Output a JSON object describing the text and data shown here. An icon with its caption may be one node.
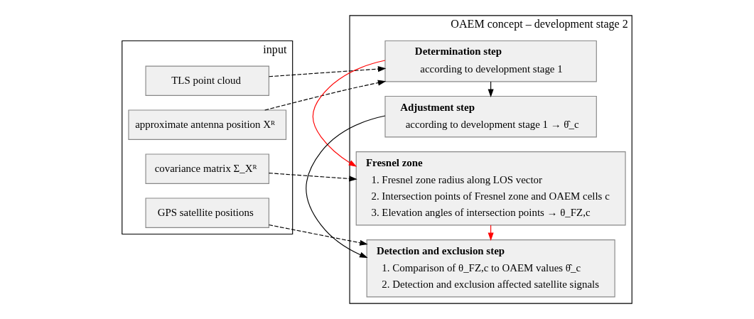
{
  "diagram": {
    "nodes": [
      {
        "text": [
          "input"
        ]
      },
      {
        "text": [
          "TLS point cloud"
        ],
        "in": 0
      },
      {
        "text": [
          "approximate antenna position Xᴿ"
        ],
        "in": 0
      },
      {
        "text": [
          "covariance matrix Σ_Xᴿ"
        ],
        "in": 0
      },
      {
        "text": [
          "GPS satellite positions"
        ],
        "in": 0
      },
      {
        "text": [
          "OAEM concept – development stage 2"
        ]
      },
      {
        "text": [
          "Determination step",
          "according to development stage 1"
        ],
        "in": 5
      },
      {
        "text": [
          "Adjustment step",
          "according to development stage 1 → θ̂_c"
        ],
        "in": 5
      },
      {
        "text": [
          "Fresnel zone",
          "1. Fresnel zone radius along LOS vector",
          "2. Intersection points of Fresnel zone and OAEM cells c",
          "3. Elevation angles of intersection points → θ_FZ,c"
        ],
        "in": 5
      },
      {
        "text": [
          "Detection and exclusion step",
          "1. Comparison of θ_FZ,c to OAEM values θ̂_c",
          "2. Detection and exclusion affected satellite signals"
        ],
        "in": 5
      }
    ],
    "edges": [
      {
        "from": 1,
        "to": 6,
        "arrow": "to",
        "style": "dashed"
      },
      {
        "from": 2,
        "to": 6,
        "arrow": "to",
        "style": "dashed"
      },
      {
        "from": 3,
        "to": 8,
        "arrow": "to",
        "style": "dashed"
      },
      {
        "from": 4,
        "to": 9,
        "arrow": "to",
        "style": "dashed"
      },
      {
        "from": 6,
        "to": 7,
        "arrow": "to"
      },
      {
        "from": 6,
        "to": 8,
        "arrow": "to",
        "color": "#ff0000"
      },
      {
        "from": 7,
        "to": 9,
        "arrow": "to"
      },
      {
        "from": 8,
        "to": 9,
        "arrow": "to",
        "color": "#ff0000"
      }
    ]
  }
}
